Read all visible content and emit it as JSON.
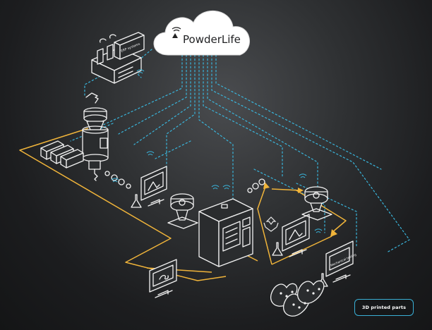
{
  "brand": {
    "name": "PowderLife",
    "accent_color": "#39b6dd",
    "flow_color": "#f0b43a"
  },
  "nodes": {
    "erp_label": "ERP systems",
    "mech_testing_label": "Mechanical testing"
  },
  "legend": {
    "label": "3D printed parts"
  },
  "icons": [
    "cloud-icon",
    "factory-icon",
    "atomizer-icon",
    "monitor-icon",
    "sieve-icon",
    "printer-icon",
    "recycle-icon",
    "flask-icon",
    "printed-parts-icon"
  ]
}
